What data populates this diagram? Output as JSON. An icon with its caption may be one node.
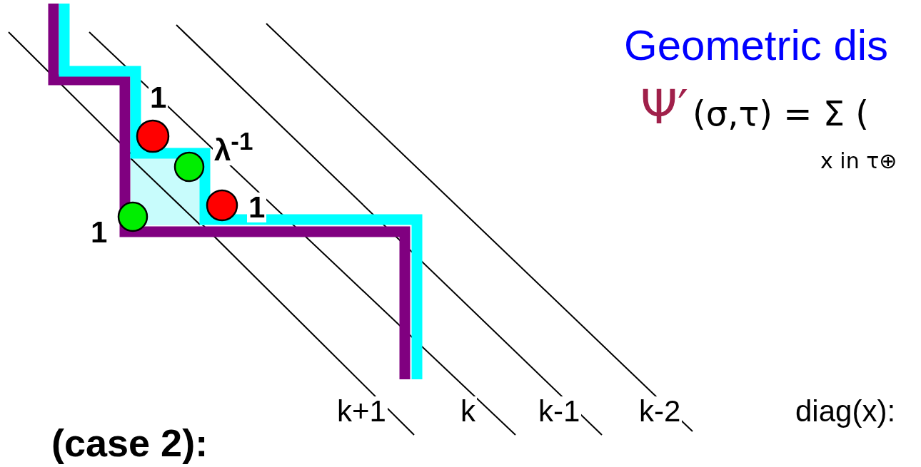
{
  "diagram": {
    "title": "Geometric dis",
    "labels": [
      "Ψ′",
      "(σ,τ) = Σ (",
      "x in τ⊕",
      "1",
      "λ$^{-1}$",
      "1",
      "1",
      "k+1",
      "k",
      "k-1",
      "k-2",
      "diag(x):",
      "(case 2):"
    ]
  }
}
